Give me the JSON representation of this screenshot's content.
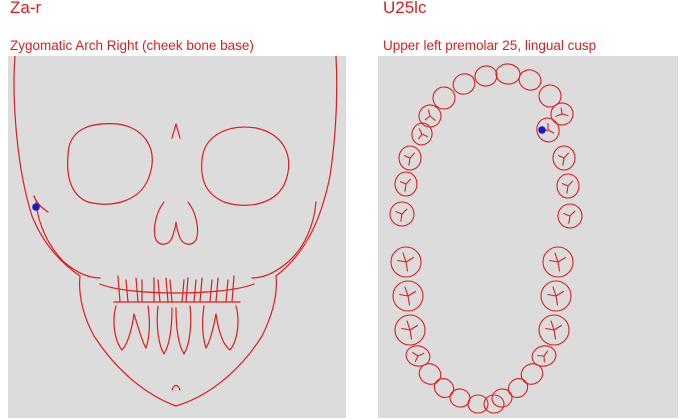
{
  "colors": {
    "line": "#e01c1c",
    "label": "#e01c1c",
    "panel_bg": "#dcdcdc",
    "marker": "#1a1ac8"
  },
  "panels": [
    {
      "code": "Za-r",
      "description": "Zygomatic Arch Right (cheek bone base)",
      "view": "skull-frontal"
    },
    {
      "code": "U25lc",
      "description": "Upper left premolar 25, lingual cusp",
      "view": "dental-arch-occlusal"
    }
  ]
}
